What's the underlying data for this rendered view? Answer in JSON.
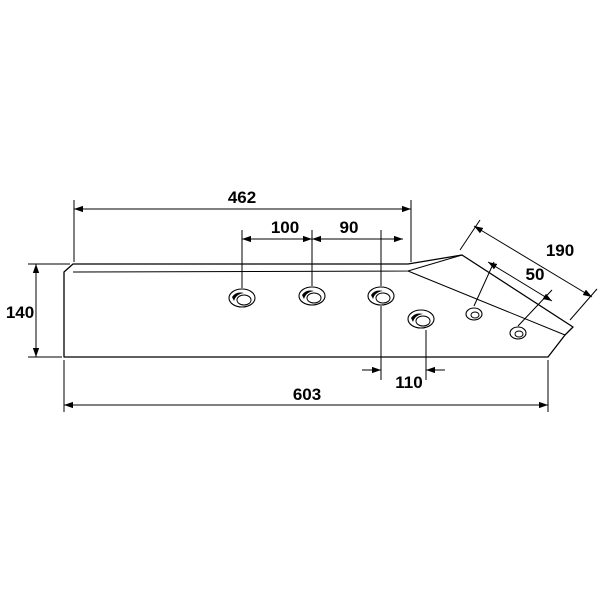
{
  "dimensions": {
    "top_length": "462",
    "hole_spacing_1": "100",
    "hole_spacing_2": "90",
    "tip_length": "190",
    "tip_hole_spacing": "50",
    "height": "140",
    "hole_offset": "110",
    "total_length": "603"
  }
}
